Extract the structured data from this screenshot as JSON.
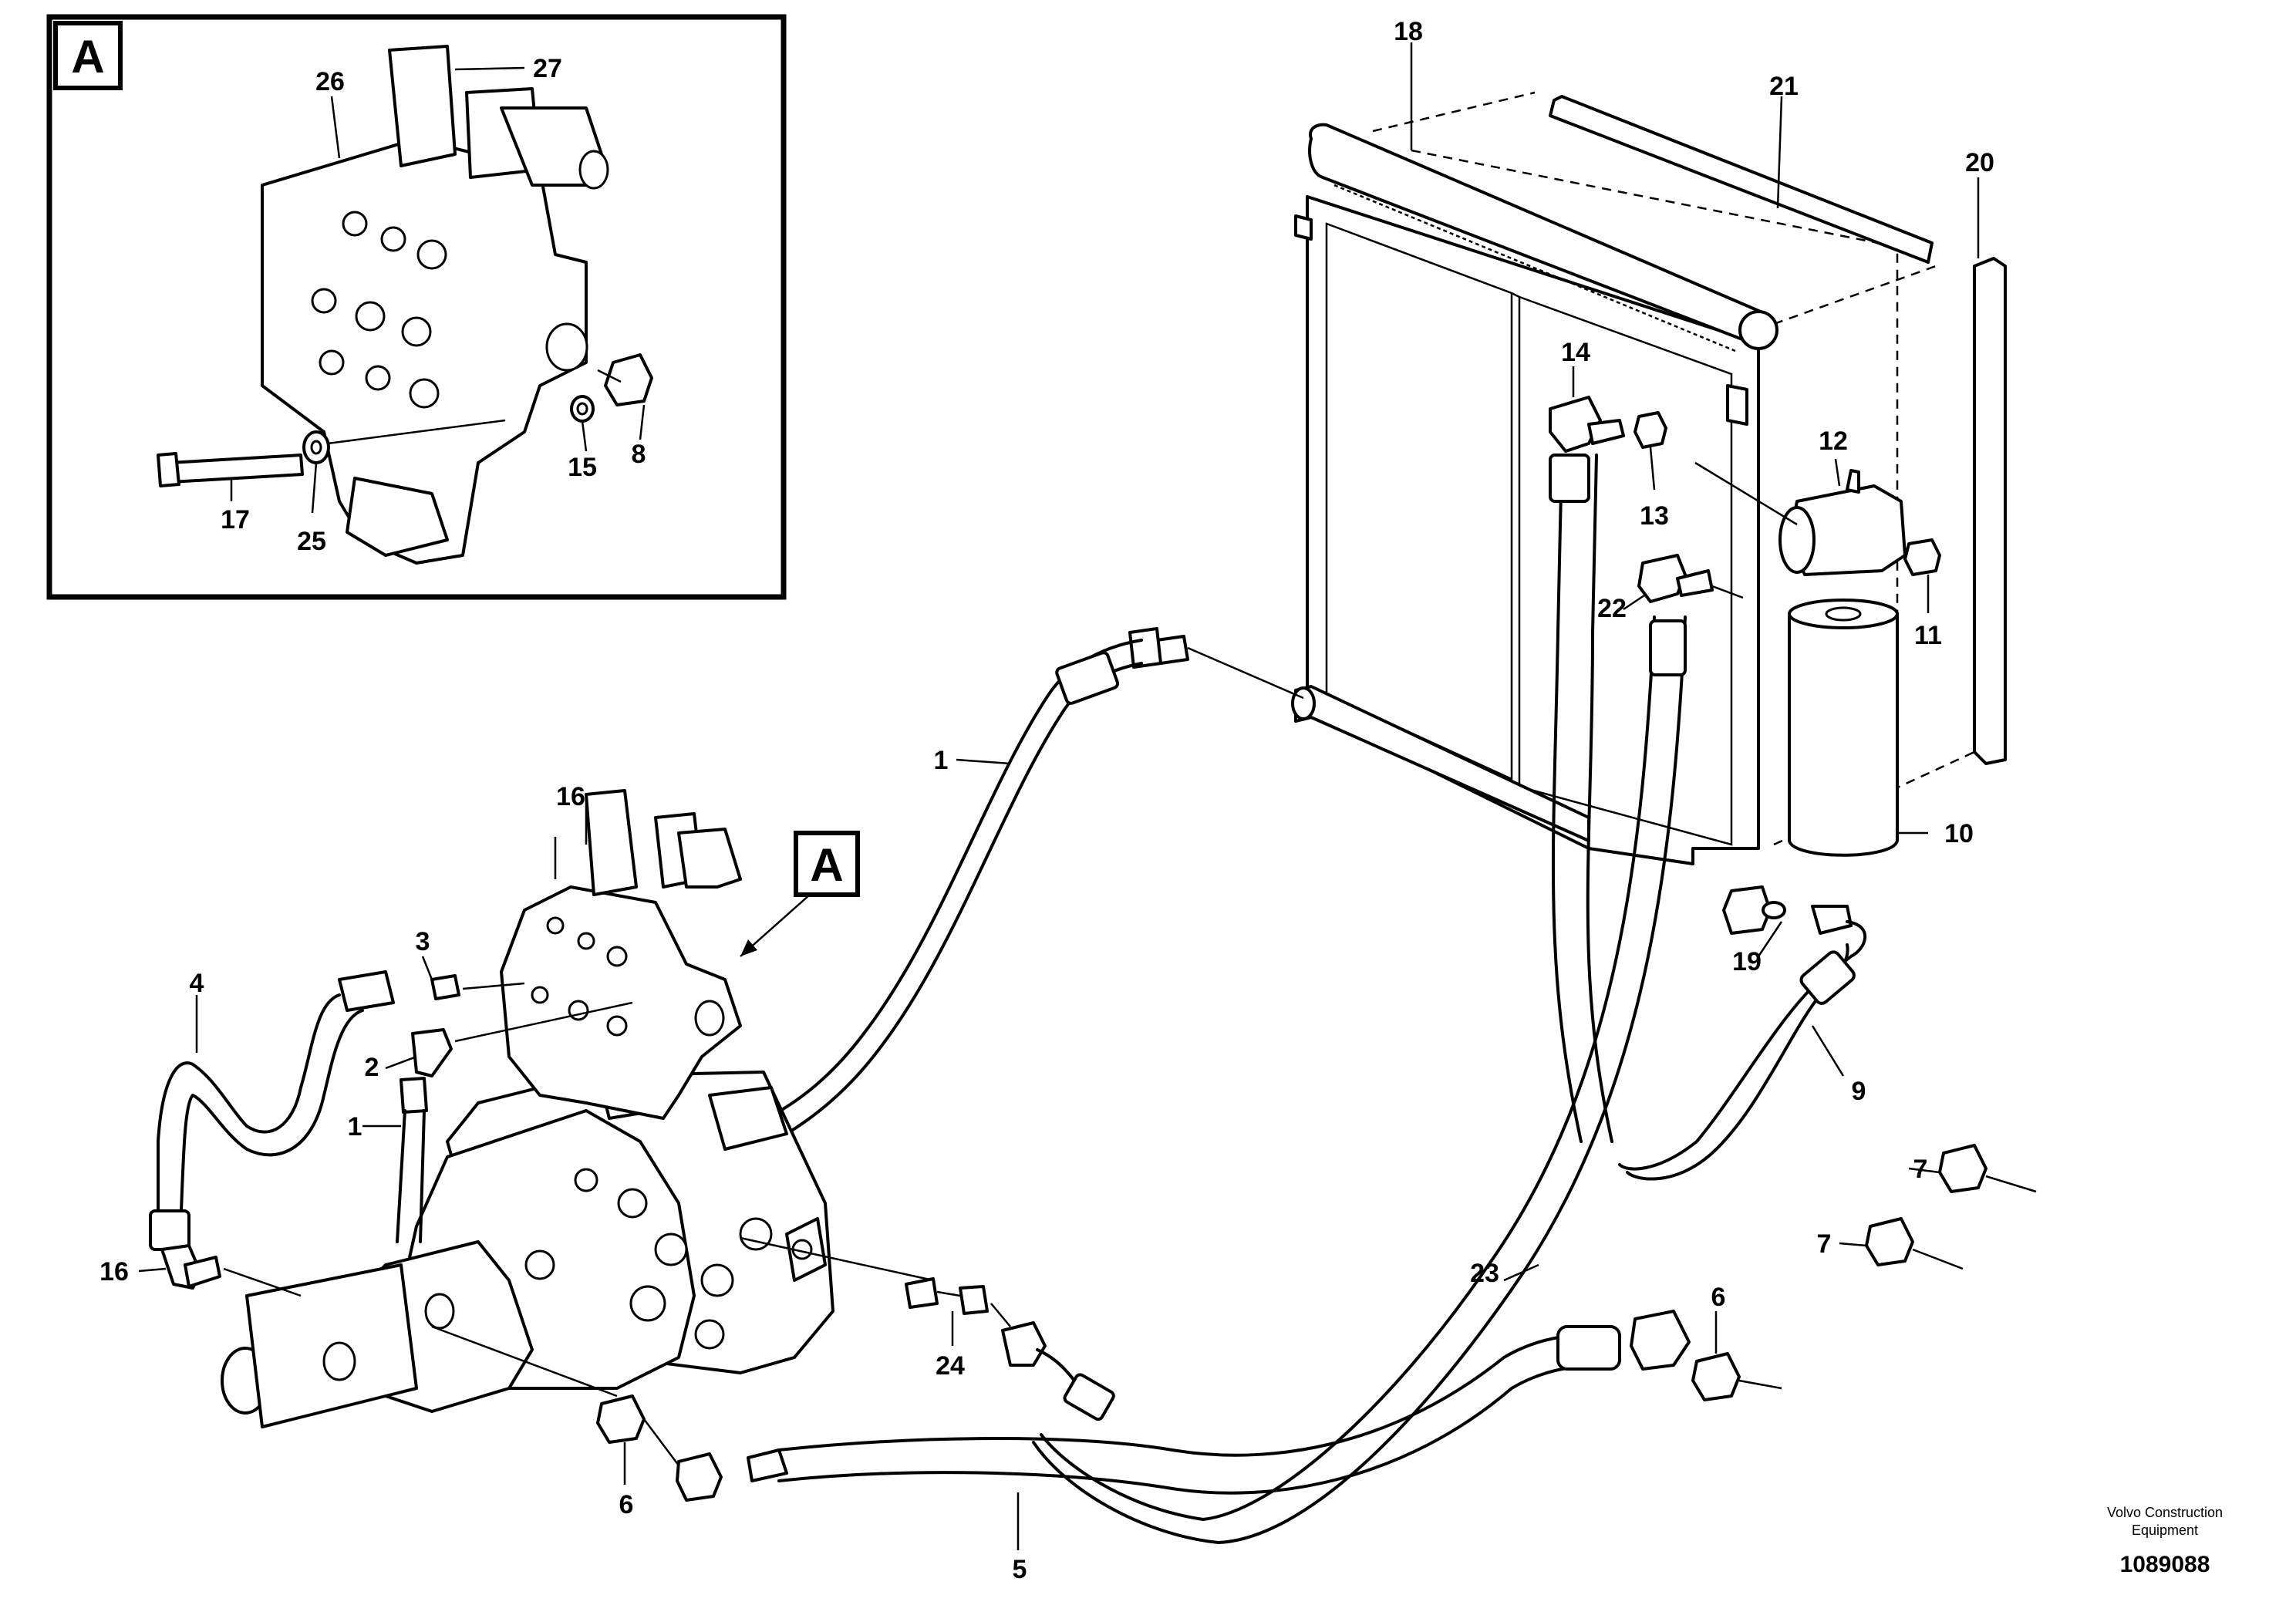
{
  "diagram": {
    "callouts": {
      "inset_tag": "A",
      "main_tag": "A",
      "c1a": "1",
      "c1b": "1",
      "c2": "2",
      "c3": "3",
      "c4": "4",
      "c5": "5",
      "c6a": "6",
      "c6b": "6",
      "c7a": "7",
      "c7b": "7",
      "c8": "8",
      "c9": "9",
      "c10": "10",
      "c11": "11",
      "c12": "12",
      "c13": "13",
      "c14": "14",
      "c15": "15",
      "c16a": "16",
      "c16b": "16",
      "c17": "17",
      "c18": "18",
      "c19": "19",
      "c20": "20",
      "c21": "21",
      "c22": "22",
      "c23": "23",
      "c24": "24",
      "c25": "25",
      "c26": "26",
      "c27": "27"
    },
    "footer": {
      "company_line1": "Volvo Construction",
      "company_line2": "Equipment",
      "drawing_number": "1089088"
    }
  }
}
